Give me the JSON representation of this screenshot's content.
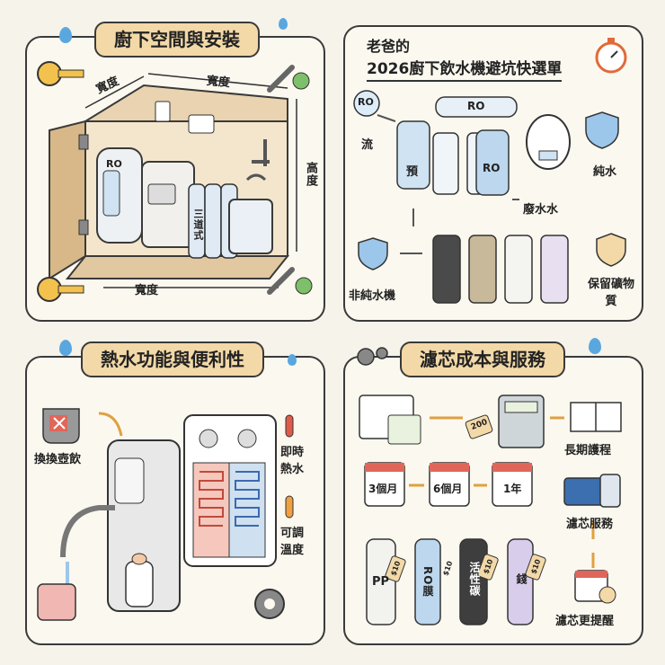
{
  "panel1": {
    "title": "廚下空間與安裝",
    "label_width_top_left": "寬度",
    "label_width_top_right": "寬度",
    "label_height": "高度",
    "label_width_bottom": "寬度",
    "unit_ro_label": "RO",
    "filter_label": "三道式"
  },
  "panel2": {
    "title_line1": "老爸的",
    "title_line2": "2026廚下飲水機避坑快選單",
    "ro_bubble": "RO",
    "flow_label": "流",
    "pre_label": "預",
    "ro_housing": "RO",
    "ro_top": "RO",
    "pure_water": "純水",
    "waste_water": "廢水水",
    "non_pure": "非純水機",
    "retain_minerals": "保留礦物質"
  },
  "panel3": {
    "title": "熱水功能與便利性",
    "replace_kettle": "換換壺飲",
    "instant_hot": "即時熱水",
    "adjustable_temp": "可調溫度"
  },
  "panel4": {
    "title": "濾芯成本與服務",
    "price_tag": "200",
    "long_term": "長期護程",
    "m3": "3個月",
    "m6": "6個月",
    "y1": "1年",
    "filter_service": "濾芯服務",
    "pp": "PP",
    "ro_membrane": "RO膜",
    "carbon": "活性碳",
    "mineral": "錢",
    "tag1": "$10",
    "tag2": "$10",
    "tag3": "$10",
    "tag4": "$10",
    "reminder": "濾芯更提醒"
  }
}
